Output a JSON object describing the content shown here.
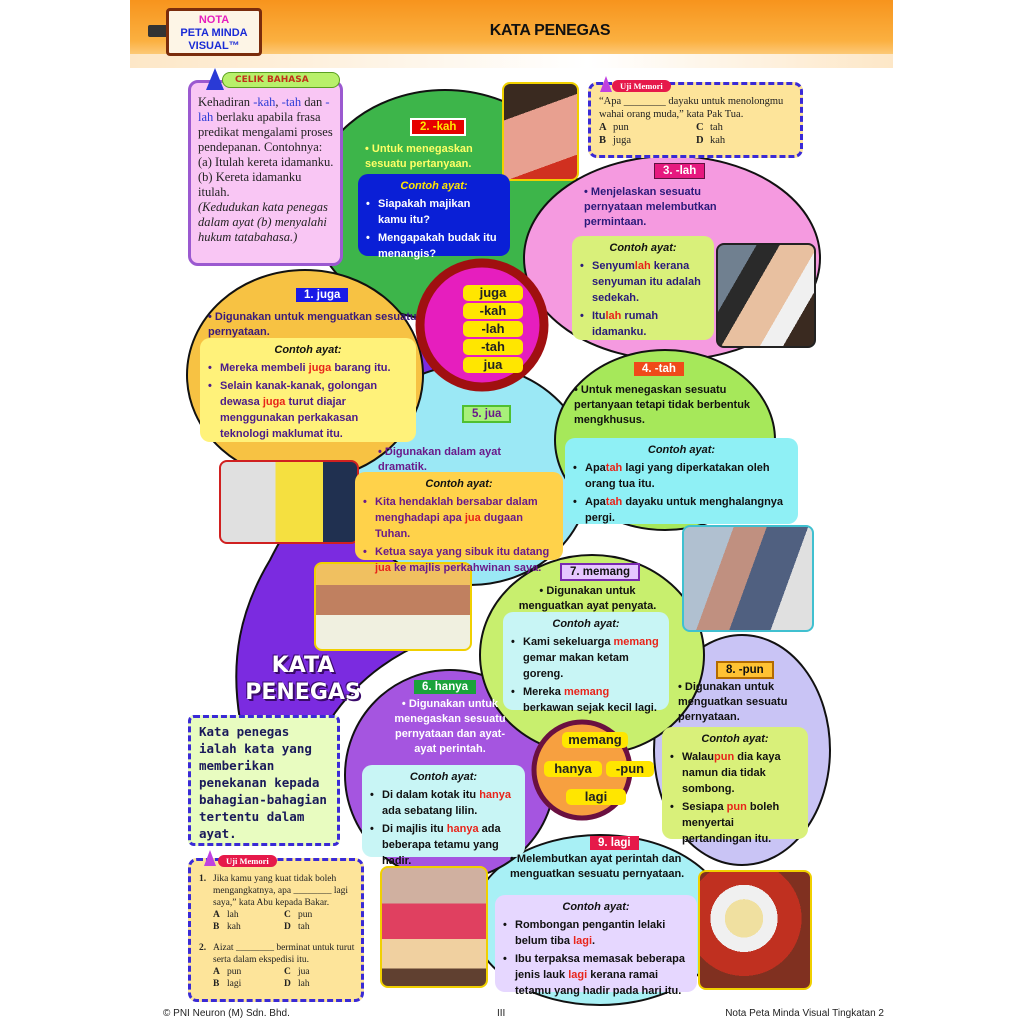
{
  "header": {
    "logo": {
      "line1": "NOTA",
      "line2": "PETA MINDA",
      "line3": "VISUAL™"
    },
    "title": "KATA PENEGAS"
  },
  "celik_bahasa": {
    "tag": "CELIK BAHASA",
    "text": [
      {
        "t": "Kehadiran "
      },
      {
        "t": "-kah",
        "b": true
      },
      {
        "t": ", "
      },
      {
        "t": "-tah",
        "b": true
      },
      {
        "t": " dan "
      },
      {
        "t": "-lah",
        "b": true
      },
      {
        "t": " berlaku apabila frasa predikat mengalami proses pendepanan. Contohnya:"
      }
    ],
    "a": "(a) Itulah kereta idamanku.",
    "b": "(b) Kereta idamanku itulah.",
    "note": "(Kedudukan kata penegas dalam ayat (b) menyalahi hukum tatabahasa.)"
  },
  "uji_memori_top": {
    "tag": "Uji Memori",
    "question": "“Apa ________ dayaku untuk menolongmu wahai orang muda,” kata Pak Tua.",
    "options": [
      [
        "A",
        "pun"
      ],
      [
        "C",
        "tah"
      ],
      [
        "B",
        "juga"
      ],
      [
        "D",
        "kah"
      ]
    ]
  },
  "uji_memori_bottom": {
    "tag": "Uji Memori",
    "questions": [
      {
        "no": "1.",
        "text": "Jika kamu yang kuat tidak boleh mengangkatnya, apa ________ lagi saya,” kata Abu kepada Bakar.",
        "options": [
          [
            "A",
            "lah"
          ],
          [
            "C",
            "pun"
          ],
          [
            "B",
            "kah"
          ],
          [
            "D",
            "tah"
          ]
        ]
      },
      {
        "no": "2.",
        "text": "Aizat ________ berminat untuk turut serta dalam ekspedisi itu.",
        "options": [
          [
            "A",
            "pun"
          ],
          [
            "C",
            "jua"
          ],
          [
            "B",
            "lagi"
          ],
          [
            "D",
            "lah"
          ]
        ]
      }
    ]
  },
  "center_top_words": [
    "juga",
    "-kah",
    "-lah",
    "-tah",
    "jua"
  ],
  "center_bottom_words": [
    "memang",
    "hanya",
    "-pun",
    "lagi"
  ],
  "main_title": "KATA PENEGAS",
  "definition": "Kata penegas ialah kata yang memberikan penekanan kepada bahagian-bahagian tertentu dalam ayat.",
  "sections": [
    {
      "label": "1. juga",
      "def": "• Digunakan untuk menguatkan sesuatu pernyataan.",
      "contoh": "Contoh ayat:",
      "examples": [
        [
          "Mereka membeli ",
          "juga",
          " barang itu."
        ],
        [
          "Selain kanak-kanak, golongan dewasa ",
          "juga",
          " turut diajar menggunakan perkakasan teknologi maklumat itu."
        ]
      ]
    },
    {
      "label": "2. -kah",
      "def": "• Untuk menegaskan sesuatu pertanyaan.",
      "contoh": "Contoh ayat:",
      "examples": [
        [
          "Siapa",
          "kah",
          " majikan kamu itu?"
        ],
        [
          "Mengapa",
          "kah",
          " budak itu menangis?"
        ]
      ]
    },
    {
      "label": "3. -lah",
      "def": "• Menjelaskan sesuatu pernyataan melembutkan permintaan.",
      "contoh": "Contoh ayat:",
      "examples": [
        [
          "Senyum",
          "lah",
          " kerana senyuman itu adalah sedekah."
        ],
        [
          "Itu",
          "lah",
          " rumah idamanku."
        ]
      ]
    },
    {
      "label": "4. -tah",
      "def": "• Untuk menegaskan sesuatu pertanyaan tetapi tidak berbentuk mengkhusus.",
      "contoh": "Contoh ayat:",
      "examples": [
        [
          "Apa",
          "tah",
          " lagi yang diperkatakan oleh orang tua itu."
        ],
        [
          "Apa",
          "tah",
          " dayaku untuk menghalangnya pergi."
        ]
      ]
    },
    {
      "label": "5. jua",
      "def": "• Digunakan dalam ayat dramatik.",
      "contoh": "Contoh ayat:",
      "examples": [
        [
          "Kita hendaklah bersabar dalam menghadapi apa ",
          "jua",
          " dugaan Tuhan."
        ],
        [
          "Ketua saya yang sibuk itu datang ",
          "jua",
          " ke majlis perkahwinan saya."
        ]
      ]
    },
    {
      "label": "6. hanya",
      "def": "• Digunakan untuk menegaskan sesuatu pernyataan dan ayat-ayat perintah.",
      "contoh": "Contoh ayat:",
      "examples": [
        [
          "Di dalam kotak itu ",
          "hanya",
          " ada sebatang lilin."
        ],
        [
          "Di majlis itu ",
          "hanya",
          " ada beberapa tetamu yang hadir."
        ]
      ]
    },
    {
      "label": "7. memang",
      "def": "• Digunakan untuk menguatkan ayat penyata.",
      "contoh": "Contoh ayat:",
      "examples": [
        [
          "Kami sekeluarga ",
          "memang",
          " gemar makan ketam goreng."
        ],
        [
          "Mereka ",
          "memang",
          " berkawan sejak kecil lagi."
        ]
      ]
    },
    {
      "label": "8. -pun",
      "def": "• Digunakan untuk menguatkan sesuatu pernyataan.",
      "contoh": "Contoh ayat:",
      "examples": [
        [
          "Walau",
          "pun",
          " dia kaya namun dia tidak sombong."
        ],
        [
          "Sesiapa ",
          "pun",
          " boleh menyertai pertandingan itu."
        ]
      ]
    },
    {
      "label": "9. lagi",
      "def": "• Melembutkan ayat perintah dan menguatkan sesuatu pernyataan.",
      "contoh": "Contoh ayat:",
      "examples": [
        [
          "Rombongan pengantin lelaki belum tiba ",
          "lagi",
          "."
        ],
        [
          "Ibu terpaksa memasak beberapa jenis lauk ",
          "lagi",
          " kerana ramai tetamu yang hadir pada hari itu."
        ]
      ]
    }
  ],
  "footer": {
    "copyright": "© PNI Neuron (M) Sdn. Bhd.",
    "page": "III",
    "book": "Nota Peta Minda Visual Tingkatan 2"
  }
}
